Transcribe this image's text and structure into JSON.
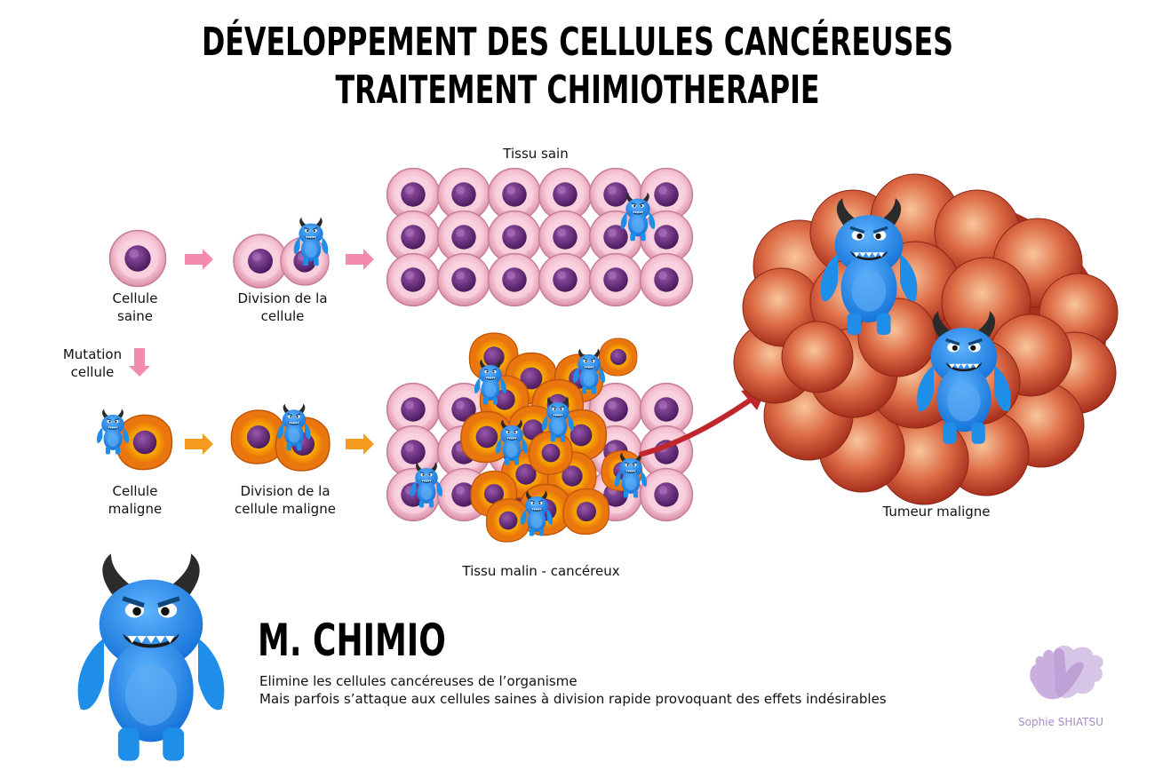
{
  "title": {
    "line1": "DÉVELOPPEMENT DES CELLULES CANCÉREUSES",
    "line2": "TRAITEMENT CHIMIOTHERAPIE"
  },
  "labels": {
    "healthy_cell": [
      "Cellule",
      "saine"
    ],
    "cell_division": [
      "Division de la",
      "cellule"
    ],
    "mutation": [
      "Mutation",
      "cellule"
    ],
    "malignant_cell": [
      "Cellule",
      "maligne"
    ],
    "malignant_division": [
      "Division de la",
      "cellule maligne"
    ],
    "healthy_tissue": "Tissu sain",
    "malignant_tissue": "Tissu malin - cancéreux",
    "tumor": "Tumeur maligne"
  },
  "mascot": {
    "name": "M. CHIMIO",
    "line1": "Elimine les cellules cancéreuses de l’organisme",
    "line2": "Mais parfois s’attaque aux cellules saines à division rapide provoquant des effets indésirables"
  },
  "brand": "Sophie SHIATSU",
  "colors": {
    "healthy_cell": "#f7c8d6",
    "healthy_nucleus": "#6b2d7e",
    "cancer_cell": "#f08a0c",
    "cancer_inner": "#f6b400",
    "arrow_pink": "#f38bb0",
    "arrow_orange": "#f49b20",
    "arrow_red": "#c0272d",
    "monster": "#1e8ee8",
    "tumor": "#c9502f",
    "brand": "#a58cc6"
  }
}
